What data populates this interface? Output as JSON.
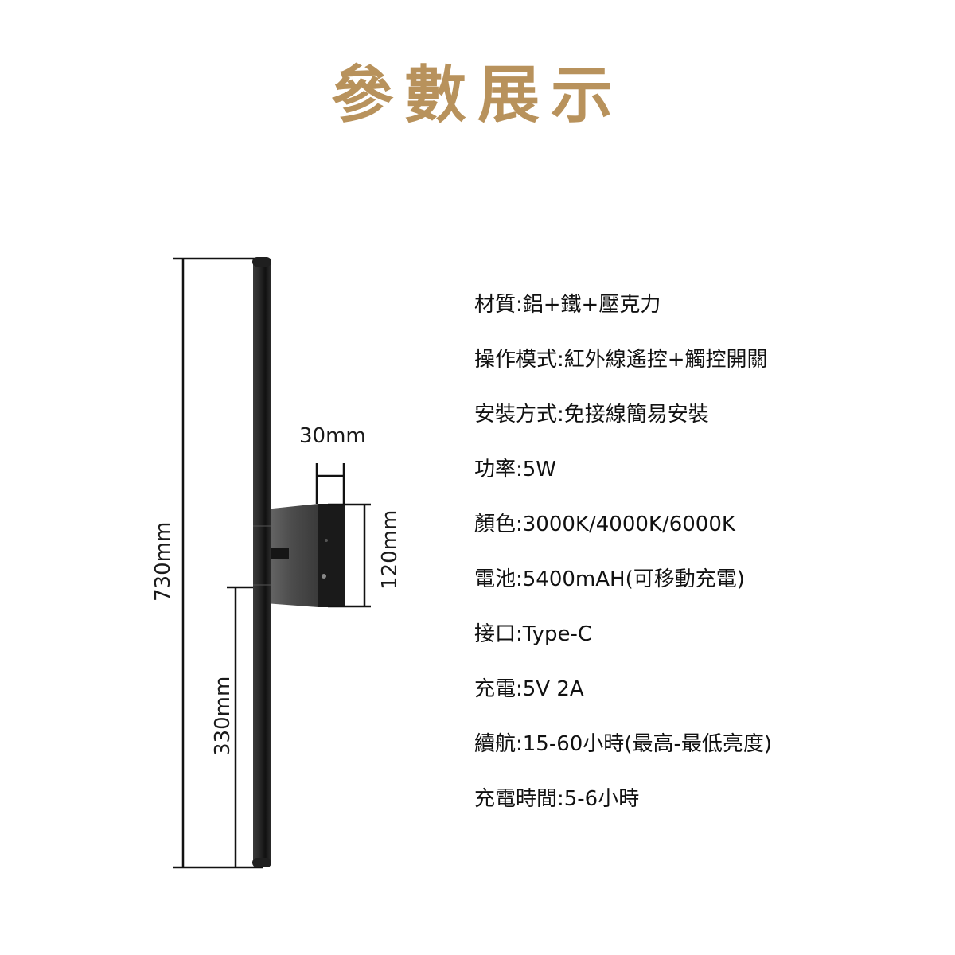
{
  "title": "參數展示",
  "colors": {
    "title": "#b8925c",
    "pole": "#1c1c1c",
    "box_front": "#1a1a1a",
    "box_side": "#5a5a5a",
    "dimension_lines": "#111111"
  },
  "dimensions": {
    "total_length": "730mm",
    "lower_length": "330mm",
    "box_depth": "30mm",
    "box_height": "120mm"
  },
  "specs": [
    {
      "label": "材質",
      "value": "鋁+鐵+壓克力",
      "text": "材質:鋁+鐵+壓克力"
    },
    {
      "label": "操作模式",
      "value": "紅外線遙控+觸控開關",
      "text": "操作模式:紅外線遙控+觸控開關"
    },
    {
      "label": "安裝方式",
      "value": "免接線簡易安裝",
      "text": "安裝方式:免接線簡易安裝"
    },
    {
      "label": "功率",
      "value": "5W",
      "text": "功率:5W"
    },
    {
      "label": "顏色",
      "value": "3000K/4000K/6000K",
      "text": "顏色:3000K/4000K/6000K"
    },
    {
      "label": "電池",
      "value": "5400mAH(可移動充電)",
      "text": "電池:5400mAH(可移動充電)"
    },
    {
      "label": "接口",
      "value": "Type-C",
      "text": "接口:Type-C"
    },
    {
      "label": "充電",
      "value": "5V 2A",
      "text": "充電:5V 2A"
    },
    {
      "label": "續航",
      "value": "15-60小時(最高-最低亮度)",
      "text": "續航:15-60小時(最高-最低亮度)"
    },
    {
      "label": "充電時間",
      "value": "5-6小時",
      "text": "充電時間:5-6小時"
    }
  ]
}
